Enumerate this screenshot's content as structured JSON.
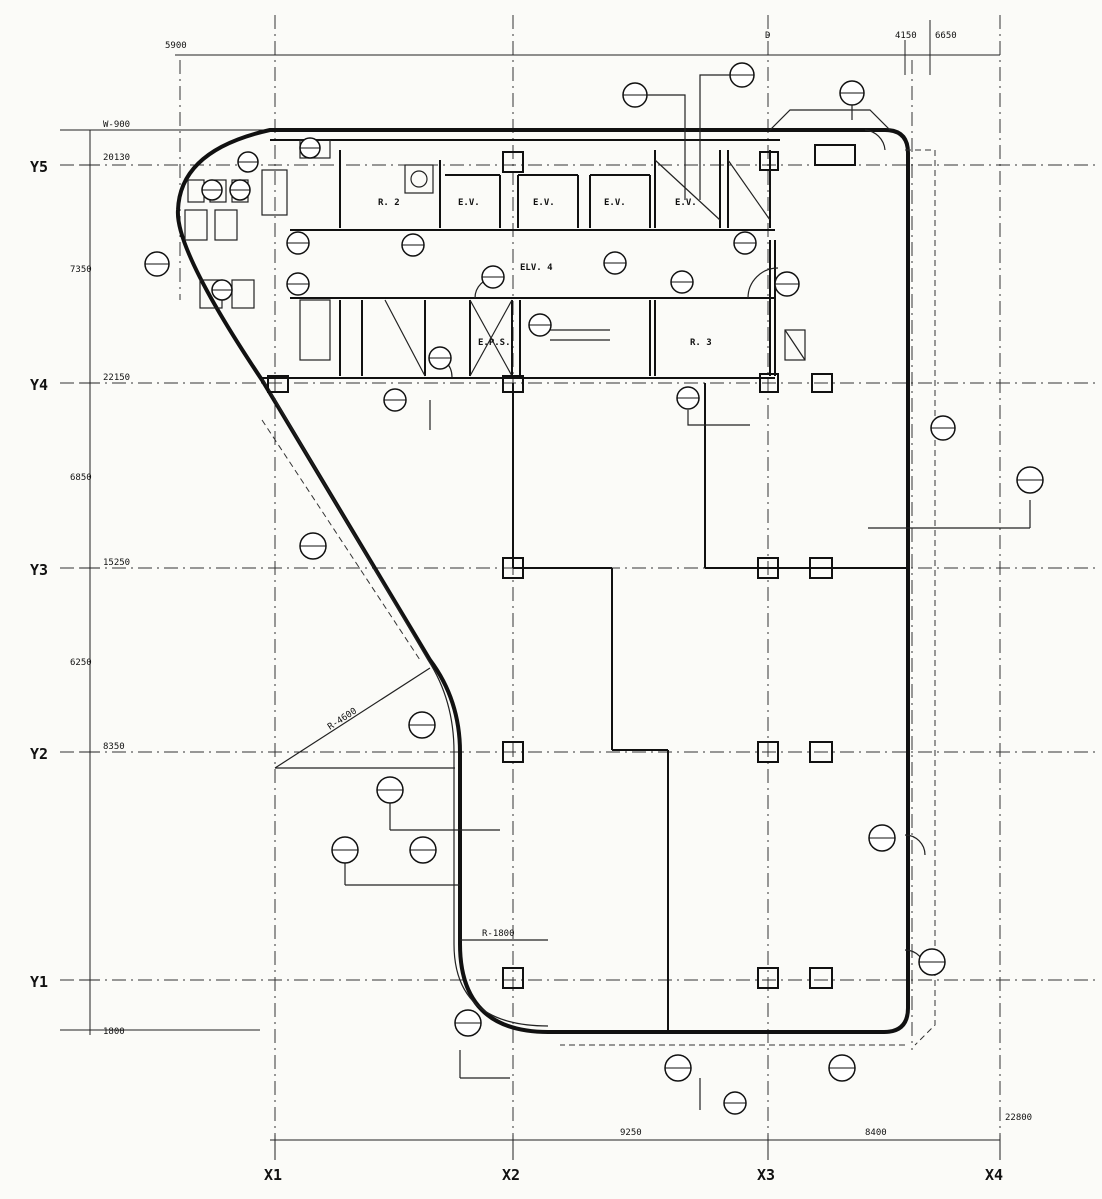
{
  "axes_x": [
    {
      "id": "x1",
      "label": "X1"
    },
    {
      "id": "x2",
      "label": "X2"
    },
    {
      "id": "x3",
      "label": "X3"
    },
    {
      "id": "x4",
      "label": "X4"
    }
  ],
  "axes_y": [
    {
      "id": "y5",
      "label": "Y5"
    },
    {
      "id": "y4",
      "label": "Y4"
    },
    {
      "id": "y3",
      "label": "Y3"
    },
    {
      "id": "y2",
      "label": "Y2"
    },
    {
      "id": "y1",
      "label": "Y1"
    }
  ],
  "dimensions": {
    "top_left": "5900",
    "top_d": "D",
    "top_right_a": "4150",
    "top_right_b": "6650",
    "wall": "W-900",
    "y5_elev": "20130",
    "y4_elev": "22150",
    "y3_elev": "15250",
    "y2_elev": "8350",
    "y1_level": "1800",
    "span_y5_y4": "7350",
    "span_y4_y3": "6850",
    "span_y3_y2": "6250",
    "bottom_x2_x3": "9250",
    "bottom_x3_x4": "8400",
    "bottom_right": "22800",
    "radius_main": "R-4600",
    "radius_corner": "R-1800"
  },
  "rooms": {
    "elv1": "E.V.",
    "elv2": "E.V.",
    "elv3": "E.V.",
    "elv4": "E.V.",
    "elv_hall": "ELV. 4",
    "eps": "E.P.S.",
    "room_2": "R. 2",
    "room_3": "R. 3"
  }
}
